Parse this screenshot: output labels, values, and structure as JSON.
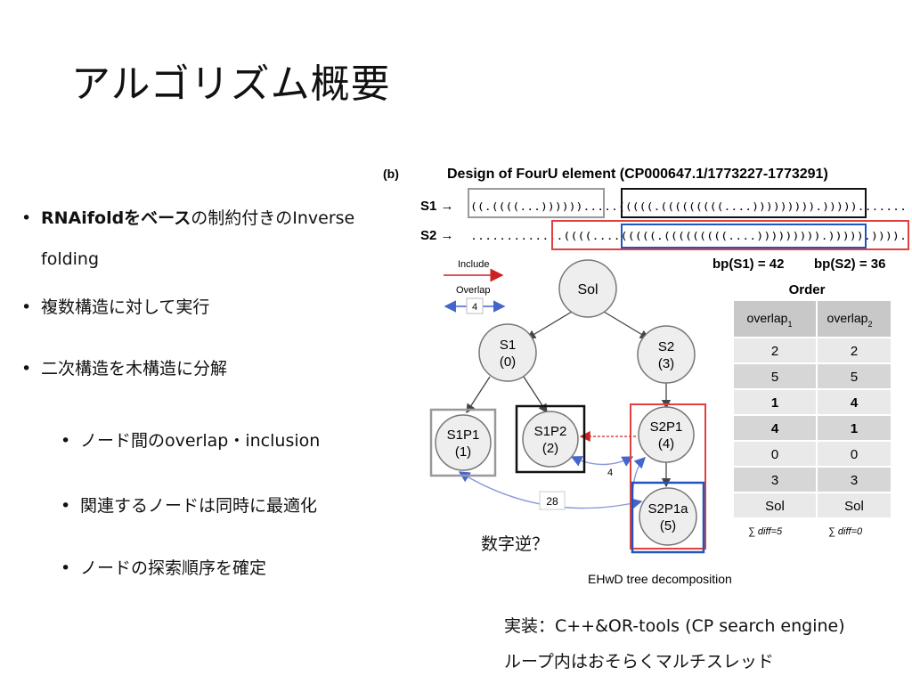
{
  "slide": {
    "title": "アルゴリズム概要",
    "bullets": [
      {
        "bold": "RNAifoldをベース",
        "rest": "の制約付きのInverse folding"
      },
      {
        "text": "複数構造に対して実行"
      },
      {
        "text": "二次構造を木構造に分解"
      }
    ],
    "sub_bullets": [
      "ノード間のoverlap・inclusion",
      "関連するノードは同時に最適化",
      "ノードの探索順序を確定"
    ],
    "question_note": "数字逆？",
    "impl_line1": "実装：C++&OR-tools (CP search engine)",
    "impl_line2": "ループ内はおそらくマルチスレッド"
  },
  "figure": {
    "panel_label": "(b)",
    "heading": "Design of FourU element (CP000647.1/1773227-1773291)",
    "s1_label": "S1 →",
    "s2_label": "S2 →",
    "s1_structure": "((.((((...)))))).....(((((.(((((((((....))))))))).))))).......",
    "s2_structure": ".............((((....(((((.(((((((((....))))))))).))))).)))).",
    "bp_s1": "bp(S1) = 42",
    "bp_s2": "bp(S2) = 36",
    "legend_include": "Include",
    "legend_overlap": "Overlap",
    "legend_overlap_value": "4",
    "nodes": [
      {
        "name": "Sol",
        "order": ""
      },
      {
        "name": "S1",
        "order": "(0)"
      },
      {
        "name": "S2",
        "order": "(3)"
      },
      {
        "name": "S1P1",
        "order": "(1)"
      },
      {
        "name": "S1P2",
        "order": "(2)"
      },
      {
        "name": "S2P1",
        "order": "(4)"
      },
      {
        "name": "S2P1a",
        "order": "(5)"
      }
    ],
    "edge_label_4": "4",
    "edge_label_28": "28",
    "caption": "EHwD tree decomposition",
    "order_table": {
      "title": "Order",
      "headers": [
        "overlap",
        "overlap"
      ],
      "header_subs": [
        "1",
        "2"
      ],
      "rows": [
        [
          "2",
          "2"
        ],
        [
          "5",
          "5"
        ],
        [
          "1",
          "4"
        ],
        [
          "4",
          "1"
        ],
        [
          "0",
          "0"
        ],
        [
          "3",
          "3"
        ],
        [
          "Sol",
          "Sol"
        ]
      ],
      "bold_rows": [
        2,
        3
      ],
      "footer": [
        "∑ diff=5",
        "∑ diff=0"
      ]
    },
    "colors": {
      "red": "#e04040",
      "blue": "#2255bb",
      "black": "#111111",
      "gray": "#999999",
      "edge_blue": "#8899dd"
    }
  }
}
